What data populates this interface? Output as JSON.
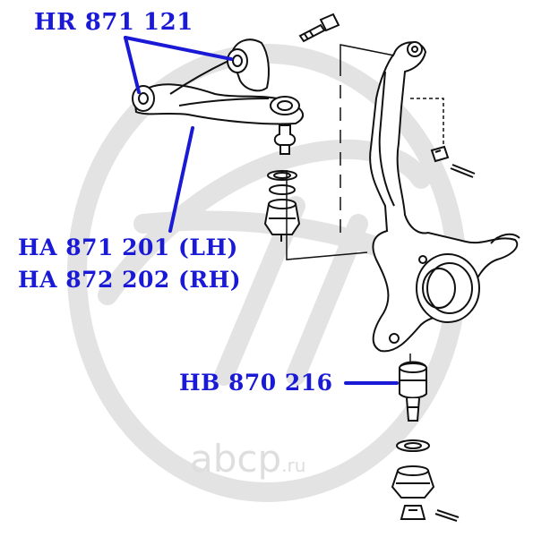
{
  "labels": {
    "upper_bushing": "HR 871 121",
    "arm_lh": "HA 871 201 (LH)",
    "arm_rh": "HA 872 202 (RH)",
    "ball_joint": "HB 870 216"
  },
  "watermark": {
    "text_main": "abcp",
    "text_suffix": ".ru",
    "color": "#dedede"
  },
  "colors": {
    "label": "#1a1ad6",
    "drawing": "#111111",
    "watermark": "#e3e3e3"
  }
}
